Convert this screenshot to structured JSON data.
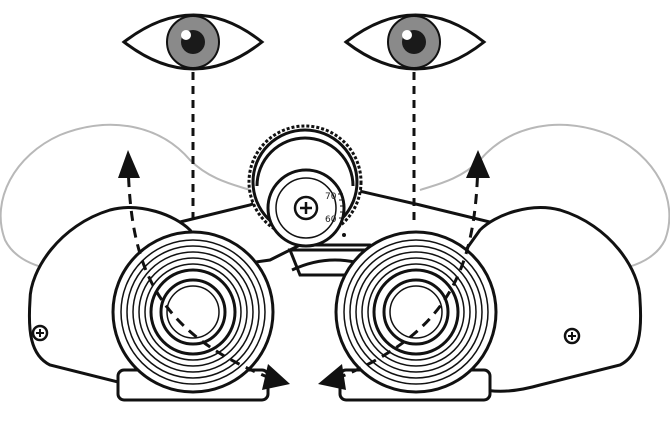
{
  "diagram": {
    "type": "binocular-interpupillary-adjustment",
    "line_color": "#111111",
    "fill_color": "#ffffff",
    "ghost_color": "#b8b8b8",
    "iris_color": "#8a8a8a",
    "pupil_color": "#1a1a1a",
    "scale_labels": [
      "70",
      "60"
    ],
    "icons": [
      "eye-icon",
      "arrow-up-icon",
      "arrow-down-icon",
      "focus-knob-icon",
      "screw-icon"
    ]
  }
}
